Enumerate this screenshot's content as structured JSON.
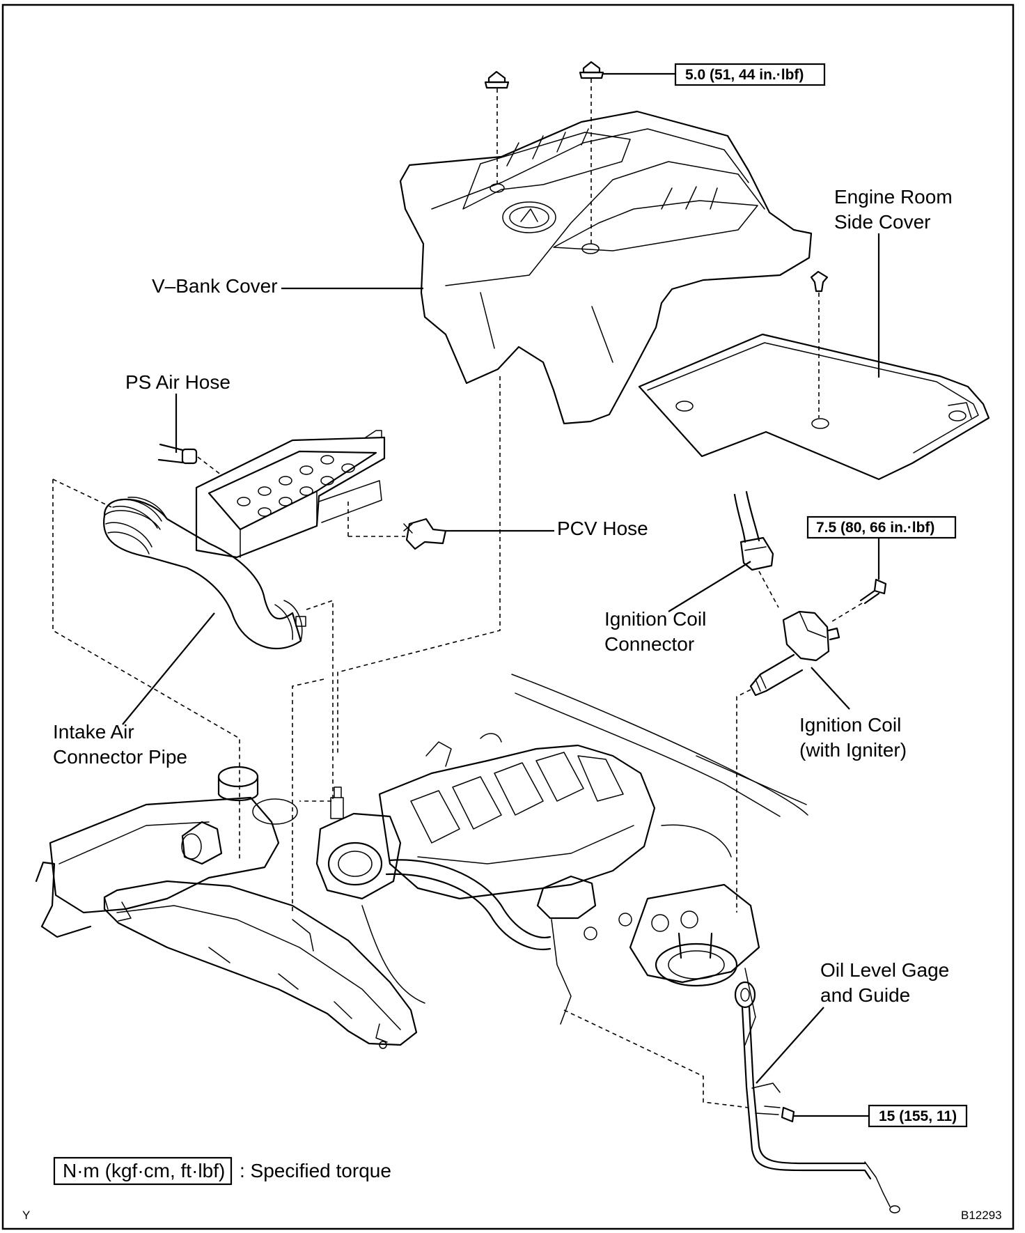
{
  "figure": {
    "code": "B12293",
    "corner_mark": "Y"
  },
  "labels": {
    "v_bank_cover": "V–Bank Cover",
    "engine_room_side_cover": [
      "Engine Room",
      "Side Cover"
    ],
    "ps_air_hose": "PS Air Hose",
    "pcv_hose": "PCV Hose",
    "ignition_coil_connector": [
      "Ignition Coil",
      "Connector"
    ],
    "ignition_coil": [
      "Ignition Coil",
      "(with Igniter)"
    ],
    "intake_air_connector_pipe": [
      "Intake Air",
      "Connector Pipe"
    ],
    "oil_level_gage": [
      "Oil Level Gage",
      "and Guide"
    ]
  },
  "torques": {
    "cover_nut": "5.0 (51, 44 in.·lbf)",
    "coil_bolt": "7.5 (80, 66 in.·lbf)",
    "gage_bolt": "15 (155, 11)"
  },
  "legend": {
    "unit": "N·m (kgf·cm, ft·lbf)",
    "text": ": Specified torque"
  }
}
